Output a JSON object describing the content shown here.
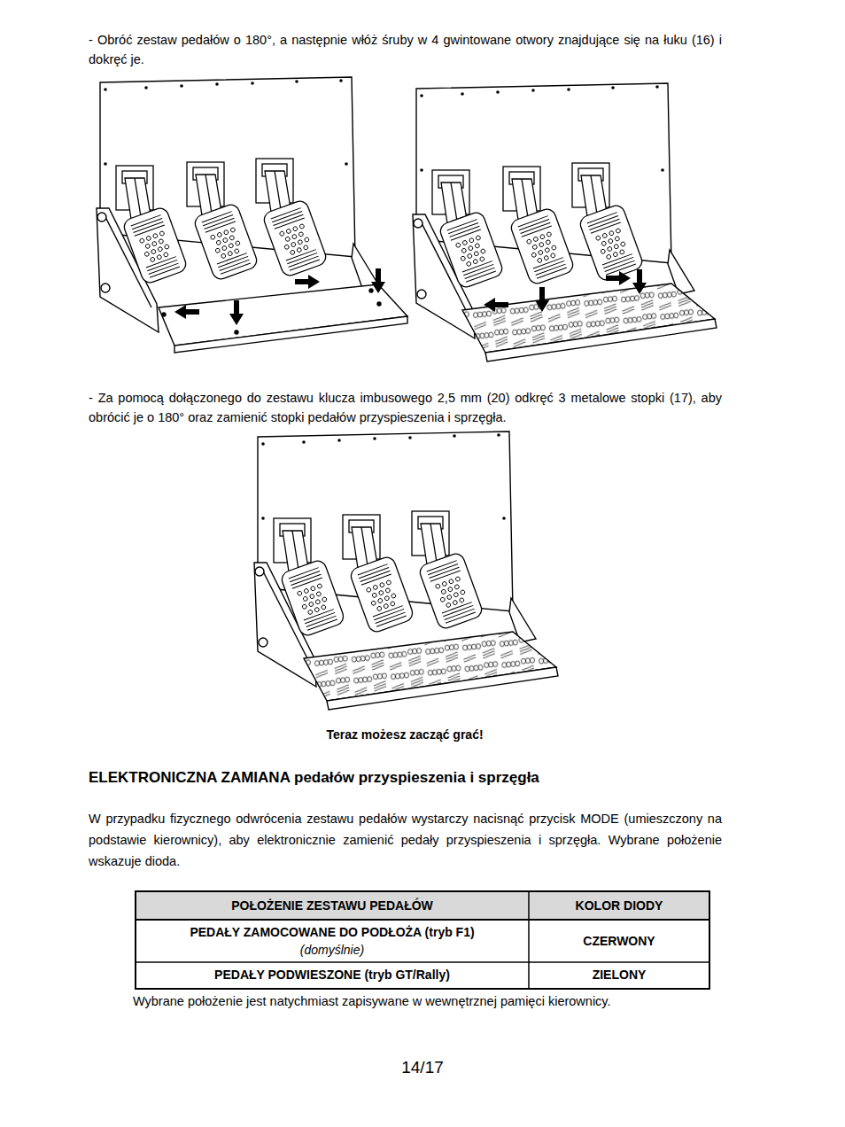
{
  "diagram": {
    "title": "ELEKTRONICZNA ZAMIANA pedałów przyspieszenia i sprzęgła",
    "caption": "Teraz możesz zacząć grać!",
    "labels": [
      "- Obróć zestaw pedałów o 180°, a następnie włóż śruby w 4 gwintowane otwory znajdujące się na łuku (16) i dokręć je.",
      "- Za pomocą dołączonego do zestawu klucza imbusowego 2,5 mm (20) odkręć 3 metalowe stopki (17), aby obrócić je o 180° oraz zamienić stopki pedałów przyspieszenia i sprzęgła.",
      "W przypadku fizycznego odwrócenia zestawu pedałów wystarczy nacisnąć przycisk MODE (umieszczony na podstawie kierownicy), aby elektronicznie zamienić pedały przyspieszenia i sprzęgła. Wybrane położenie wskazuje dioda.",
      "POŁOŻENIE ZESTAWU PEDAŁÓW",
      "KOLOR DIODY",
      "PEDAŁY ZAMOCOWANE DO PODŁOŻA (tryb F1)",
      "(domyślnie)",
      "CZERWONY",
      "PEDAŁY PODWIESZONE (tryb GT/Rally)",
      "ZIELONY",
      "Wybrane położenie jest natychmiast zapisywane w wewnętrznej pamięci kierownicy.",
      "14/17"
    ]
  }
}
